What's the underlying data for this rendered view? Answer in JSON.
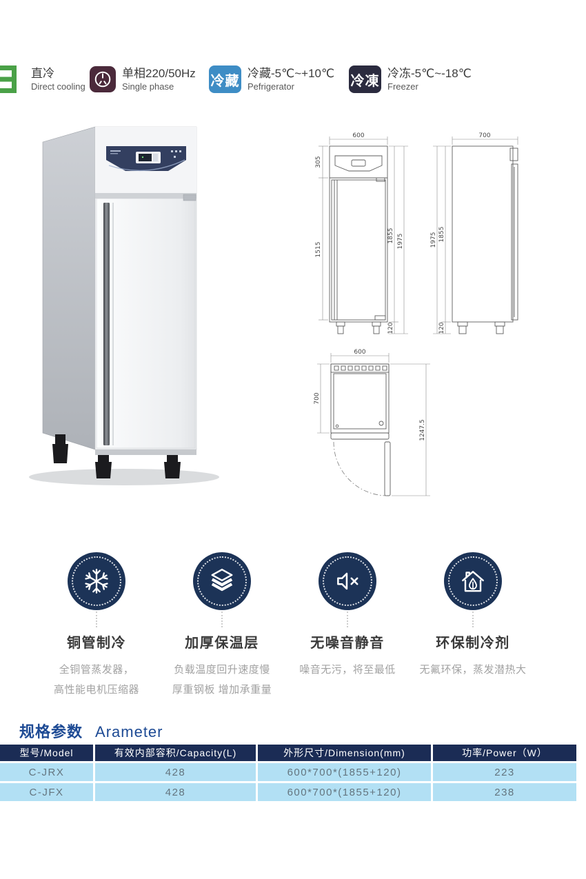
{
  "header_badges": [
    {
      "icon": "coil-icon",
      "icon_color": "#4aa147",
      "zh": "直冷",
      "en": "Direct cooling"
    },
    {
      "icon": "power-plug-icon",
      "icon_bg": "#4b2a3b",
      "zh": "单相220/50Hz",
      "en": "Single phase"
    },
    {
      "chip": "冷藏",
      "chip_bg": "#3e8dc5",
      "zh": "冷藏-5℃~+10℃",
      "en": "Pefrigerator"
    },
    {
      "chip": "冷凍",
      "chip_bg": "#2b2b3f",
      "zh": "冷冻-5℃~-18℃",
      "en": "Freezer"
    }
  ],
  "drawings": {
    "front_view": {
      "width": "600",
      "top_section_height": "305",
      "door_height": "1515",
      "body_height": "1855",
      "total_height": "1975",
      "leg_height": "120"
    },
    "side_view": {
      "depth": "700",
      "total_height": "1975",
      "body_height": "1855",
      "leg_height": "120"
    },
    "top_view": {
      "width": "600",
      "depth": "700",
      "total_depth_door_open": "1247.5"
    }
  },
  "features": [
    {
      "icon": "snowflake-icon",
      "title": "铜管制冷",
      "line1": "全铜管蒸发器，",
      "line2": "高性能电机压缩器"
    },
    {
      "icon": "layers-icon",
      "title": "加厚保温层",
      "line1": "负载温度回升速度慢",
      "line2": "厚重钢板 增加承重量"
    },
    {
      "icon": "mute-icon",
      "title": "无噪音静音",
      "line1": "噪音无污，将至最低"
    },
    {
      "icon": "eco-house-icon",
      "title": "环保制冷剂",
      "line1": "无氟环保，蒸发潜热大"
    }
  ],
  "spec_table": {
    "title_zh": "规格参数",
    "title_en": "Arameter",
    "headers": {
      "model": "型号/Model",
      "capacity": "有效内部容积/Capacity(L)",
      "dimension": "外形尺寸/Dimension(mm)",
      "power": "功率/Power（W）"
    },
    "rows": [
      {
        "model": "C-JRX",
        "capacity": "428",
        "dimension": "600*700*(1855+120)",
        "power": "223"
      },
      {
        "model": "C-JFX",
        "capacity": "428",
        "dimension": "600*700*(1855+120)",
        "power": "238"
      }
    ]
  },
  "colors": {
    "accent_blue": "#3e8dc5",
    "freezer_dark": "#2b2b3f",
    "plug_maroon": "#4b2a3b",
    "direct_cooling_green": "#4aa147",
    "feature_circle_navy": "#1c3357",
    "table_header_navy": "#1b2c55",
    "table_row_blue": "#b2e0f4",
    "title_blue": "#1d4a94"
  }
}
